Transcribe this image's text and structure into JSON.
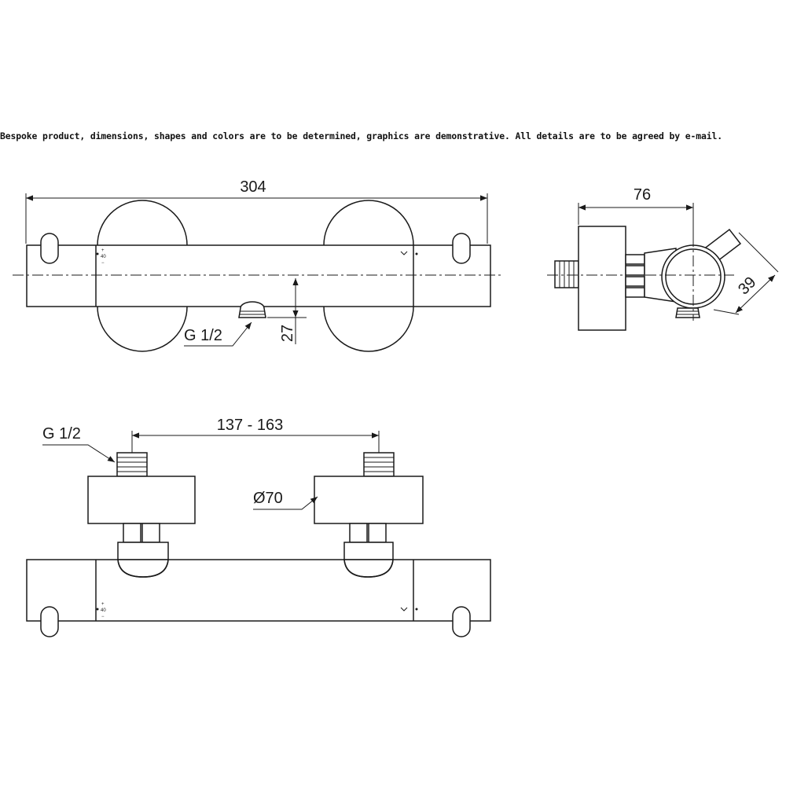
{
  "disclaimer": "Bespoke product, dimensions, shapes and colors are to be determined, graphics are demonstrative. All details are to be agreed by e-mail.",
  "front_view": {
    "dim_width": "304",
    "dim_outlet_height": "27",
    "outlet_thread": "G 1/2",
    "scale_plus": "+",
    "scale_value": "40",
    "scale_minus": "−"
  },
  "side_view": {
    "dim_depth": "76",
    "dim_angle": "39"
  },
  "top_view": {
    "inlet_thread": "G 1/2",
    "dim_centers": "137 - 163",
    "dim_diameter": "Ø70",
    "scale_plus": "+",
    "scale_value": "40",
    "scale_minus": "−"
  }
}
